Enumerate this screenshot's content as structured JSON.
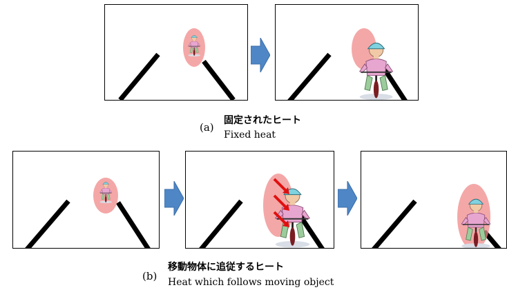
{
  "captions": {
    "a": {
      "label": "(a)",
      "japanese": "固定されたヒート",
      "english": "Fixed heat"
    },
    "b": {
      "label": "(b)",
      "japanese": "移動物体に追従するヒート",
      "english": "Heat which follows moving object"
    }
  },
  "colors": {
    "heat": "#f08a8a",
    "arrow_fill": "#4f86c6",
    "red_arrow": "#e01010",
    "road_line": "#000000"
  }
}
